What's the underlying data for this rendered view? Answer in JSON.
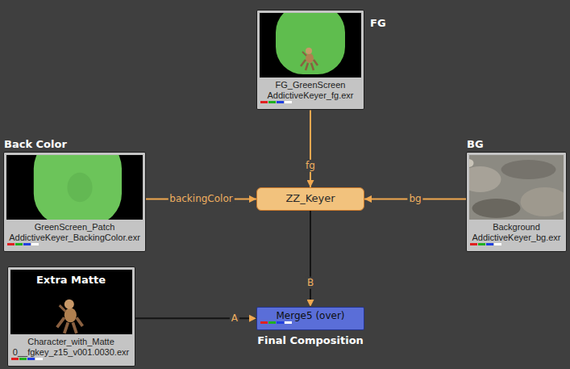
{
  "diagram": {
    "nodes": [
      {
        "text": [
          "FG",
          "FG_GreenScreen AddictiveKeyer_fg.exr"
        ]
      },
      {
        "text": [
          "Back Color",
          "GreenScreen_Patch AddictiveKeyer_BackingColor.exr"
        ]
      },
      {
        "text": [
          "ZZ_Keyer"
        ]
      },
      {
        "text": [
          "BG",
          "Background AddictiveKeyer_bg.exr"
        ]
      },
      {
        "text": [
          "Extra Matte",
          "Character_with_Matte 0__fgkey_z15_v001.0030.exr"
        ]
      },
      {
        "text": [
          "Merge5 (over)",
          "Final Composition"
        ]
      }
    ],
    "edges": [
      {
        "from": 0,
        "to": 2,
        "arrow": "to",
        "label": "fg"
      },
      {
        "from": 1,
        "to": 2,
        "arrow": "to",
        "label": "backingColor"
      },
      {
        "from": 3,
        "to": 2,
        "arrow": "to",
        "label": "bg"
      },
      {
        "from": 2,
        "to": 5,
        "arrow": "to",
        "label": "B"
      },
      {
        "from": 4,
        "to": 5,
        "arrow": "to",
        "label": "A"
      }
    ]
  }
}
